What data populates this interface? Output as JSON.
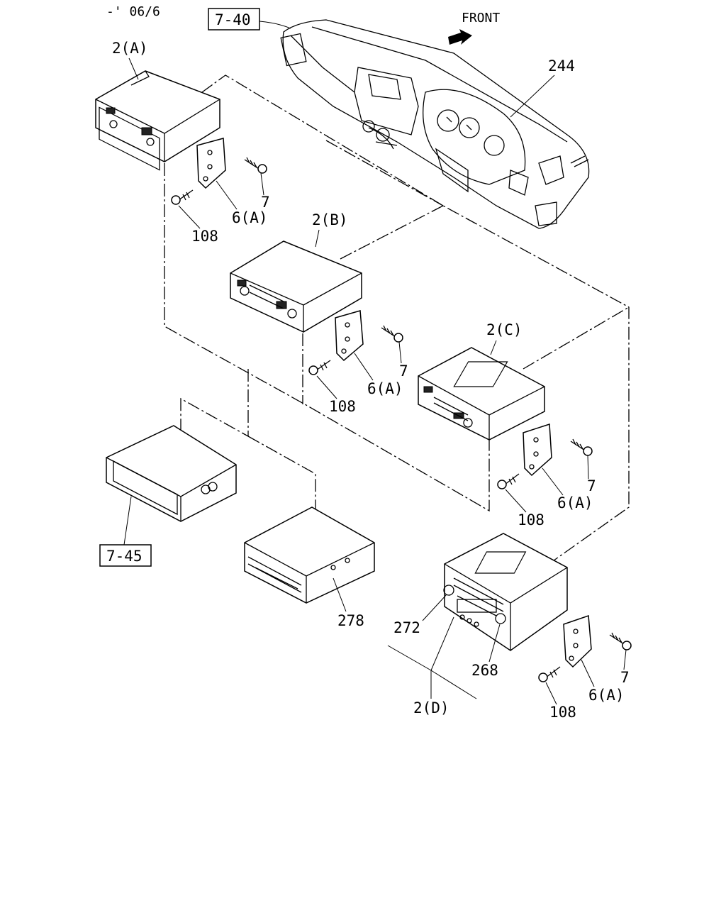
{
  "header": {
    "revision": "-' 06/6"
  },
  "labels": {
    "ref_7_40": "7-40",
    "front": "FRONT",
    "p244": "244",
    "p2a": "2(A)",
    "p7_a": "7",
    "p6a_a": "6(A)",
    "p108_a": "108",
    "p2b": "2(B)",
    "p7_b": "7",
    "p6a_b": "6(A)",
    "p108_b": "108",
    "p2c": "2(C)",
    "p7_c": "7",
    "p6a_c": "6(A)",
    "p108_c": "108",
    "ref_7_45": "7-45",
    "p278": "278",
    "p272": "272",
    "p268": "268",
    "p2d": "2(D)",
    "p7_d": "7",
    "p6a_d": "6(A)",
    "p108_d": "108"
  }
}
